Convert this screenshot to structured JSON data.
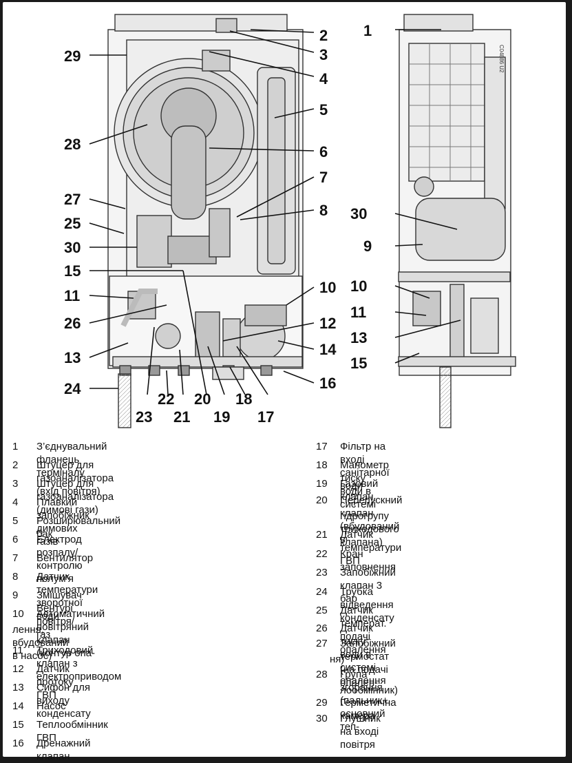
{
  "figure": {
    "code": "C04886 U2",
    "callouts": {
      "c1": "1",
      "c2": "2",
      "c3": "3",
      "c4": "4",
      "c5": "5",
      "c6": "6",
      "c7": "7",
      "c8": "8",
      "c9": "9",
      "c10": "10",
      "c11": "11",
      "c12": "12",
      "c13": "13",
      "c14": "14",
      "c15": "15",
      "c16": "16",
      "c17": "17",
      "c18": "18",
      "c19": "19",
      "c20": "20",
      "c21": "21",
      "c22": "22",
      "c23": "23",
      "c24": "24",
      "c25": "25",
      "c26": "26",
      "c27": "27",
      "c28": "28",
      "c29": "29",
      "c30": "30",
      "r1": "1",
      "r9": "9",
      "r10": "10",
      "r11": "11",
      "r13": "13",
      "r15": "15",
      "r30": "30"
    }
  },
  "legend": [
    {
      "num": "1",
      "text": "З’єднувальний фланець терміналу"
    },
    {
      "num": "2",
      "text": "Штуцер для газоаналізатора (вхід повітря)"
    },
    {
      "num": "3",
      "text": "Штуцер для газоаналізатора (димові гази)"
    },
    {
      "num": "4",
      "text": "Плавкий запобіжник димових газів"
    },
    {
      "num": "5",
      "text": "Розширювальний бак"
    },
    {
      "num": "6",
      "text": "Електрод розпалу/контролю полум’я"
    },
    {
      "num": "7",
      "text": "Вентилятор"
    },
    {
      "num": "8",
      "text": "Датчик температури зворотної води"
    },
    {
      "num": "9",
      "text": "Змішувач Вентурі повітря/газ"
    },
    {
      "num": "10",
      "text": "Автоматичний повітряний клапан (контур опа-",
      "cont": "лення, вбудований в насос)"
    },
    {
      "num": "11",
      "text": "Триходовий клапан з електроприводом"
    },
    {
      "num": "12",
      "text": "Датчик протоку ГВП"
    },
    {
      "num": "13",
      "text": "Сифон для виходу конденсату"
    },
    {
      "num": "14",
      "text": "Насос"
    },
    {
      "num": "15",
      "text": "Теплообмінник ГВП"
    },
    {
      "num": "16",
      "text": "Дренажний клапан"
    },
    {
      "num": "17",
      "text": "Фільтр на вході санітарної води"
    },
    {
      "num": "18",
      "text": "Манометр тиску води в системі"
    },
    {
      "num": "19",
      "text": "Газовий клапан"
    },
    {
      "num": "20",
      "text": "Перепускний клапан (вбудований в",
      "cont": "гідрогрупу триходового клапана)"
    },
    {
      "num": "21",
      "text": "Датчик температури ГВП"
    },
    {
      "num": "22",
      "text": "Кран заповнення"
    },
    {
      "num": "23",
      "text": "Запобіжний клапан 3 бар"
    },
    {
      "num": "24",
      "text": "Трубка відведення конденсату"
    },
    {
      "num": "25",
      "text": "Датчик температ. подачі опалення"
    },
    {
      "num": "26",
      "text": "Датчик тиску води в системі опалення"
    },
    {
      "num": "27",
      "text": "Запобіжний термостат (на подачі опален-",
      "cont": "ня)"
    },
    {
      "num": "28",
      "text": "Група згорання (пальник+ основний теп-",
      "cont": "лообмінник)"
    },
    {
      "num": "29",
      "text": "Герметична камера"
    },
    {
      "num": "30",
      "text": "Глушник на вході повітря"
    }
  ]
}
